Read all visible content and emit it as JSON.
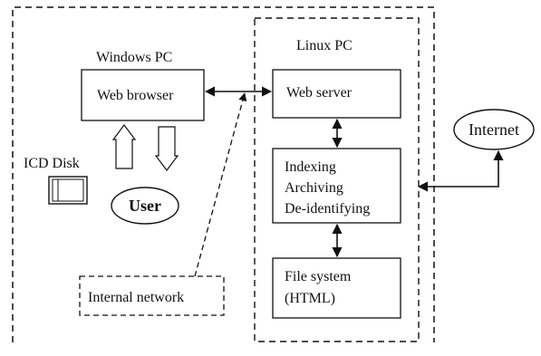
{
  "diagram": {
    "windows_pc": {
      "title": "Windows PC"
    },
    "web_browser": {
      "label": "Web browser"
    },
    "linux_pc": {
      "title": "Linux PC"
    },
    "web_server": {
      "label": "Web server"
    },
    "processing": {
      "lines": [
        "Indexing",
        "Archiving",
        "De-identifying"
      ]
    },
    "file_system": {
      "lines": [
        "File system",
        "(HTML)"
      ]
    },
    "internet": {
      "label": "Internet"
    },
    "icd_disk": {
      "label": "ICD Disk"
    },
    "user": {
      "label": "User"
    },
    "internal_network": {
      "label": "Internal network"
    }
  }
}
